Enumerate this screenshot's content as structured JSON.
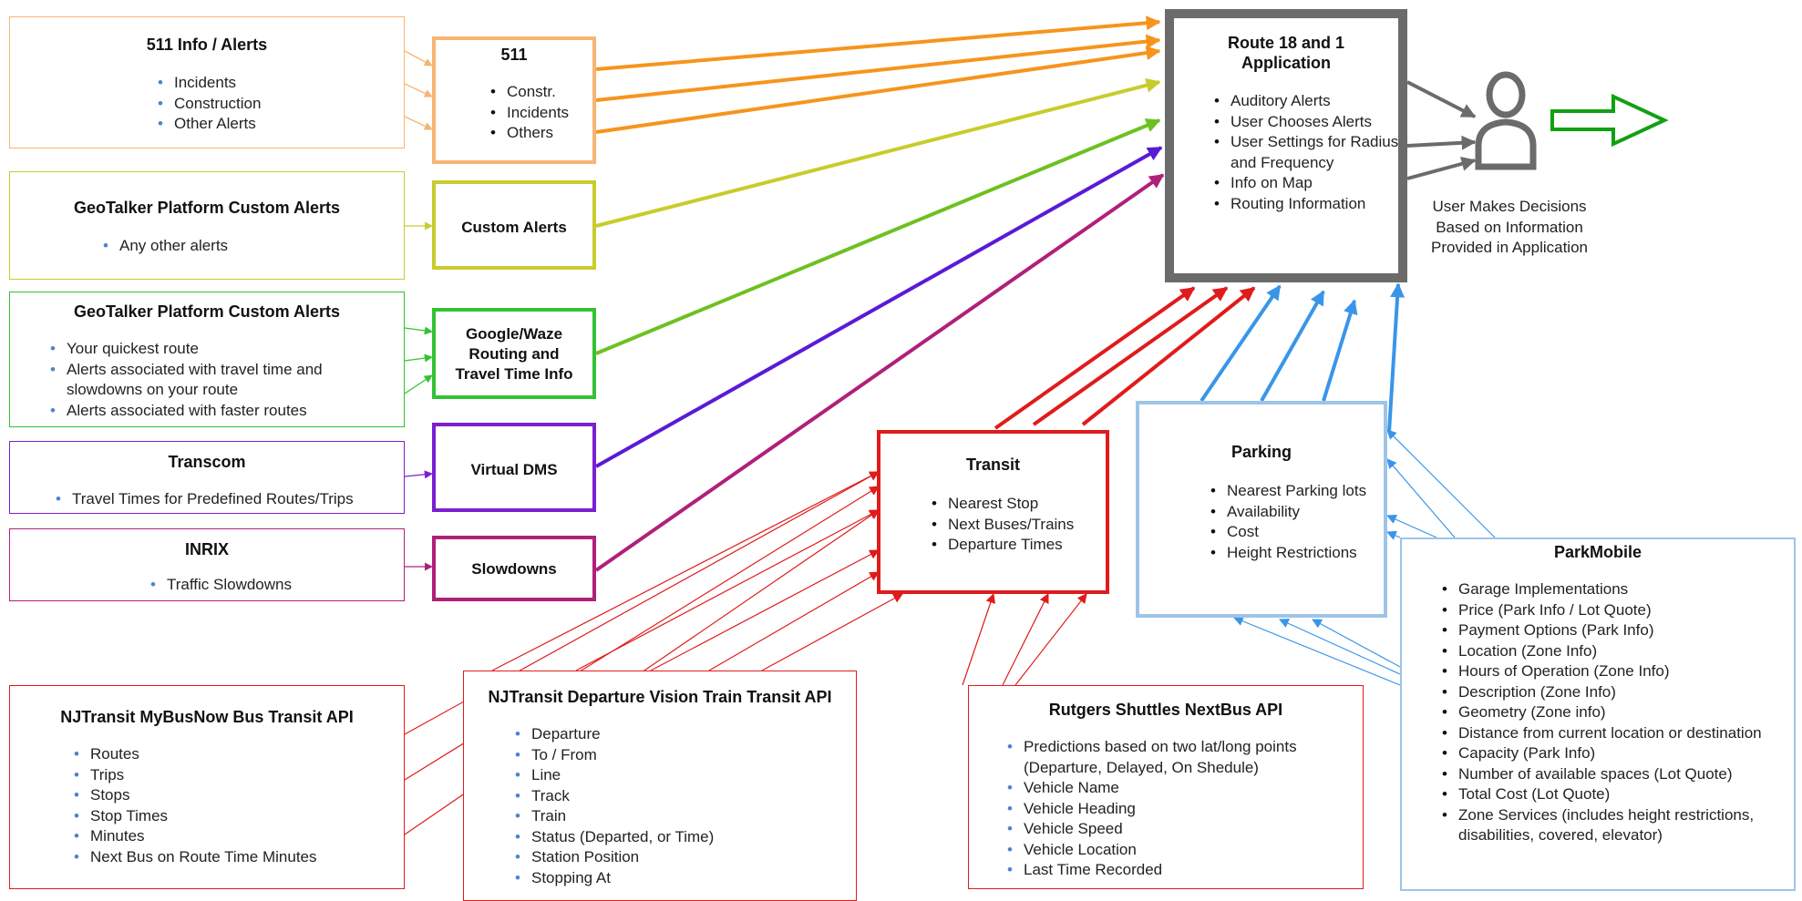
{
  "colors": {
    "orange": "#f7941d",
    "orange_light": "#f7b573",
    "yellow": "#c8cc2c",
    "green": "#33c233",
    "purple": "#7b1fd1",
    "magenta": "#b0207a",
    "red": "#e01b1b",
    "blue": "#3a95e8",
    "light_blue": "#9ec4e8",
    "gray": "#6b6b6b",
    "arrow_green": "#11a011"
  },
  "sources": {
    "info511": {
      "title": "511 Info / Alerts",
      "items": [
        "Incidents",
        "Construction",
        "Other Alerts"
      ]
    },
    "geotalker1": {
      "title": "GeoTalker Platform Custom Alerts",
      "items": [
        "Any other alerts"
      ]
    },
    "geotalker2": {
      "title": "GeoTalker Platform Custom Alerts",
      "items": [
        "Your quickest route",
        "Alerts associated with travel time and slowdowns on your route",
        "Alerts associated with faster routes"
      ]
    },
    "transcom": {
      "title": "Transcom",
      "items": [
        "Travel Times for Predefined Routes/Trips"
      ]
    },
    "inrix": {
      "title": "INRIX",
      "items": [
        "Traffic Slowdowns"
      ]
    },
    "mybusnow": {
      "title": "NJTransit MyBusNow Bus Transit API",
      "items": [
        "Routes",
        "Trips",
        "Stops",
        "Stop Times",
        "Minutes",
        "Next Bus on Route Time Minutes"
      ]
    },
    "departurevision": {
      "title": "NJTransit Departure Vision Train Transit API",
      "items": [
        "Departure",
        "To / From",
        "Line",
        "Track",
        "Train",
        "Status (Departed, or Time)",
        "Station Position",
        "Stopping At"
      ]
    },
    "rutgers": {
      "title": "Rutgers Shuttles NextBus API",
      "items": [
        "Predictions based on two lat/long points (Departure, Delayed, On Shedule)",
        "Vehicle Name",
        "Vehicle Heading",
        "Vehicle Speed",
        "Vehicle Location",
        "Last Time Recorded"
      ]
    },
    "parkmobile": {
      "title": "ParkMobile",
      "items": [
        "Garage Implementations",
        "Price (Park Info / Lot Quote)",
        "Payment Options (Park Info)",
        "Location (Zone Info)",
        "Hours of Operation (Zone Info)",
        "Description (Zone Info)",
        "Geometry (Zone info)",
        "Distance from current location or destination",
        "Capacity (Park Info)",
        "Number of available spaces (Lot Quote)",
        "Total Cost (Lot Quote)",
        "Zone Services (includes height restrictions, disabilities, covered, elevator)"
      ]
    }
  },
  "processors": {
    "p511": {
      "title": "511",
      "items": [
        "Constr.",
        "Incidents",
        "Others"
      ]
    },
    "custom": {
      "label": "Custom Alerts"
    },
    "google": {
      "label": "Google/Waze Routing and Travel Time Info"
    },
    "dms": {
      "label": "Virtual DMS"
    },
    "slowdowns": {
      "label": "Slowdowns"
    },
    "transit": {
      "title": "Transit",
      "items": [
        "Nearest Stop",
        "Next Buses/Trains",
        "Departure Times"
      ]
    },
    "parking": {
      "title": "Parking",
      "items": [
        "Nearest Parking lots",
        "Availability",
        "Cost",
        "Height Restrictions"
      ]
    }
  },
  "app": {
    "title": "Route 18 and 1 Application",
    "items": [
      "Auditory Alerts",
      "User Chooses Alerts",
      "User Settings for Radius and Frequency",
      "Info on Map",
      "Routing Information"
    ]
  },
  "user": {
    "caption": "User Makes Decisions Based on Information Provided in Application"
  }
}
